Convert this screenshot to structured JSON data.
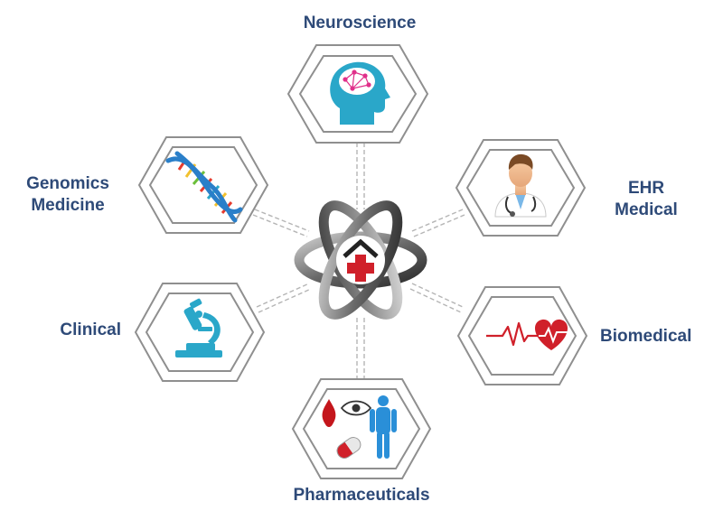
{
  "nodes": {
    "neuroscience": {
      "label": "Neuroscience",
      "icon": "brain-head-icon"
    },
    "genomics": {
      "line1": "Genomics",
      "line2": "Medicine",
      "icon": "dna-icon"
    },
    "ehr": {
      "line1": "EHR",
      "line2": "Medical",
      "icon": "doctor-icon"
    },
    "clinical": {
      "label": "Clinical",
      "icon": "microscope-icon"
    },
    "biomedical": {
      "label": "Biomedical",
      "icon": "heartbeat-icon"
    },
    "pharmaceuticals": {
      "label": "Pharmaceuticals",
      "icon": "pharma-body-icon"
    }
  },
  "hub": {
    "icon": "medical-hub-icon"
  },
  "colors": {
    "label": "#2e4a78",
    "hex_border": "#8f8f8f",
    "accent_teal": "#2aa7c9",
    "accent_red": "#d0202a"
  }
}
